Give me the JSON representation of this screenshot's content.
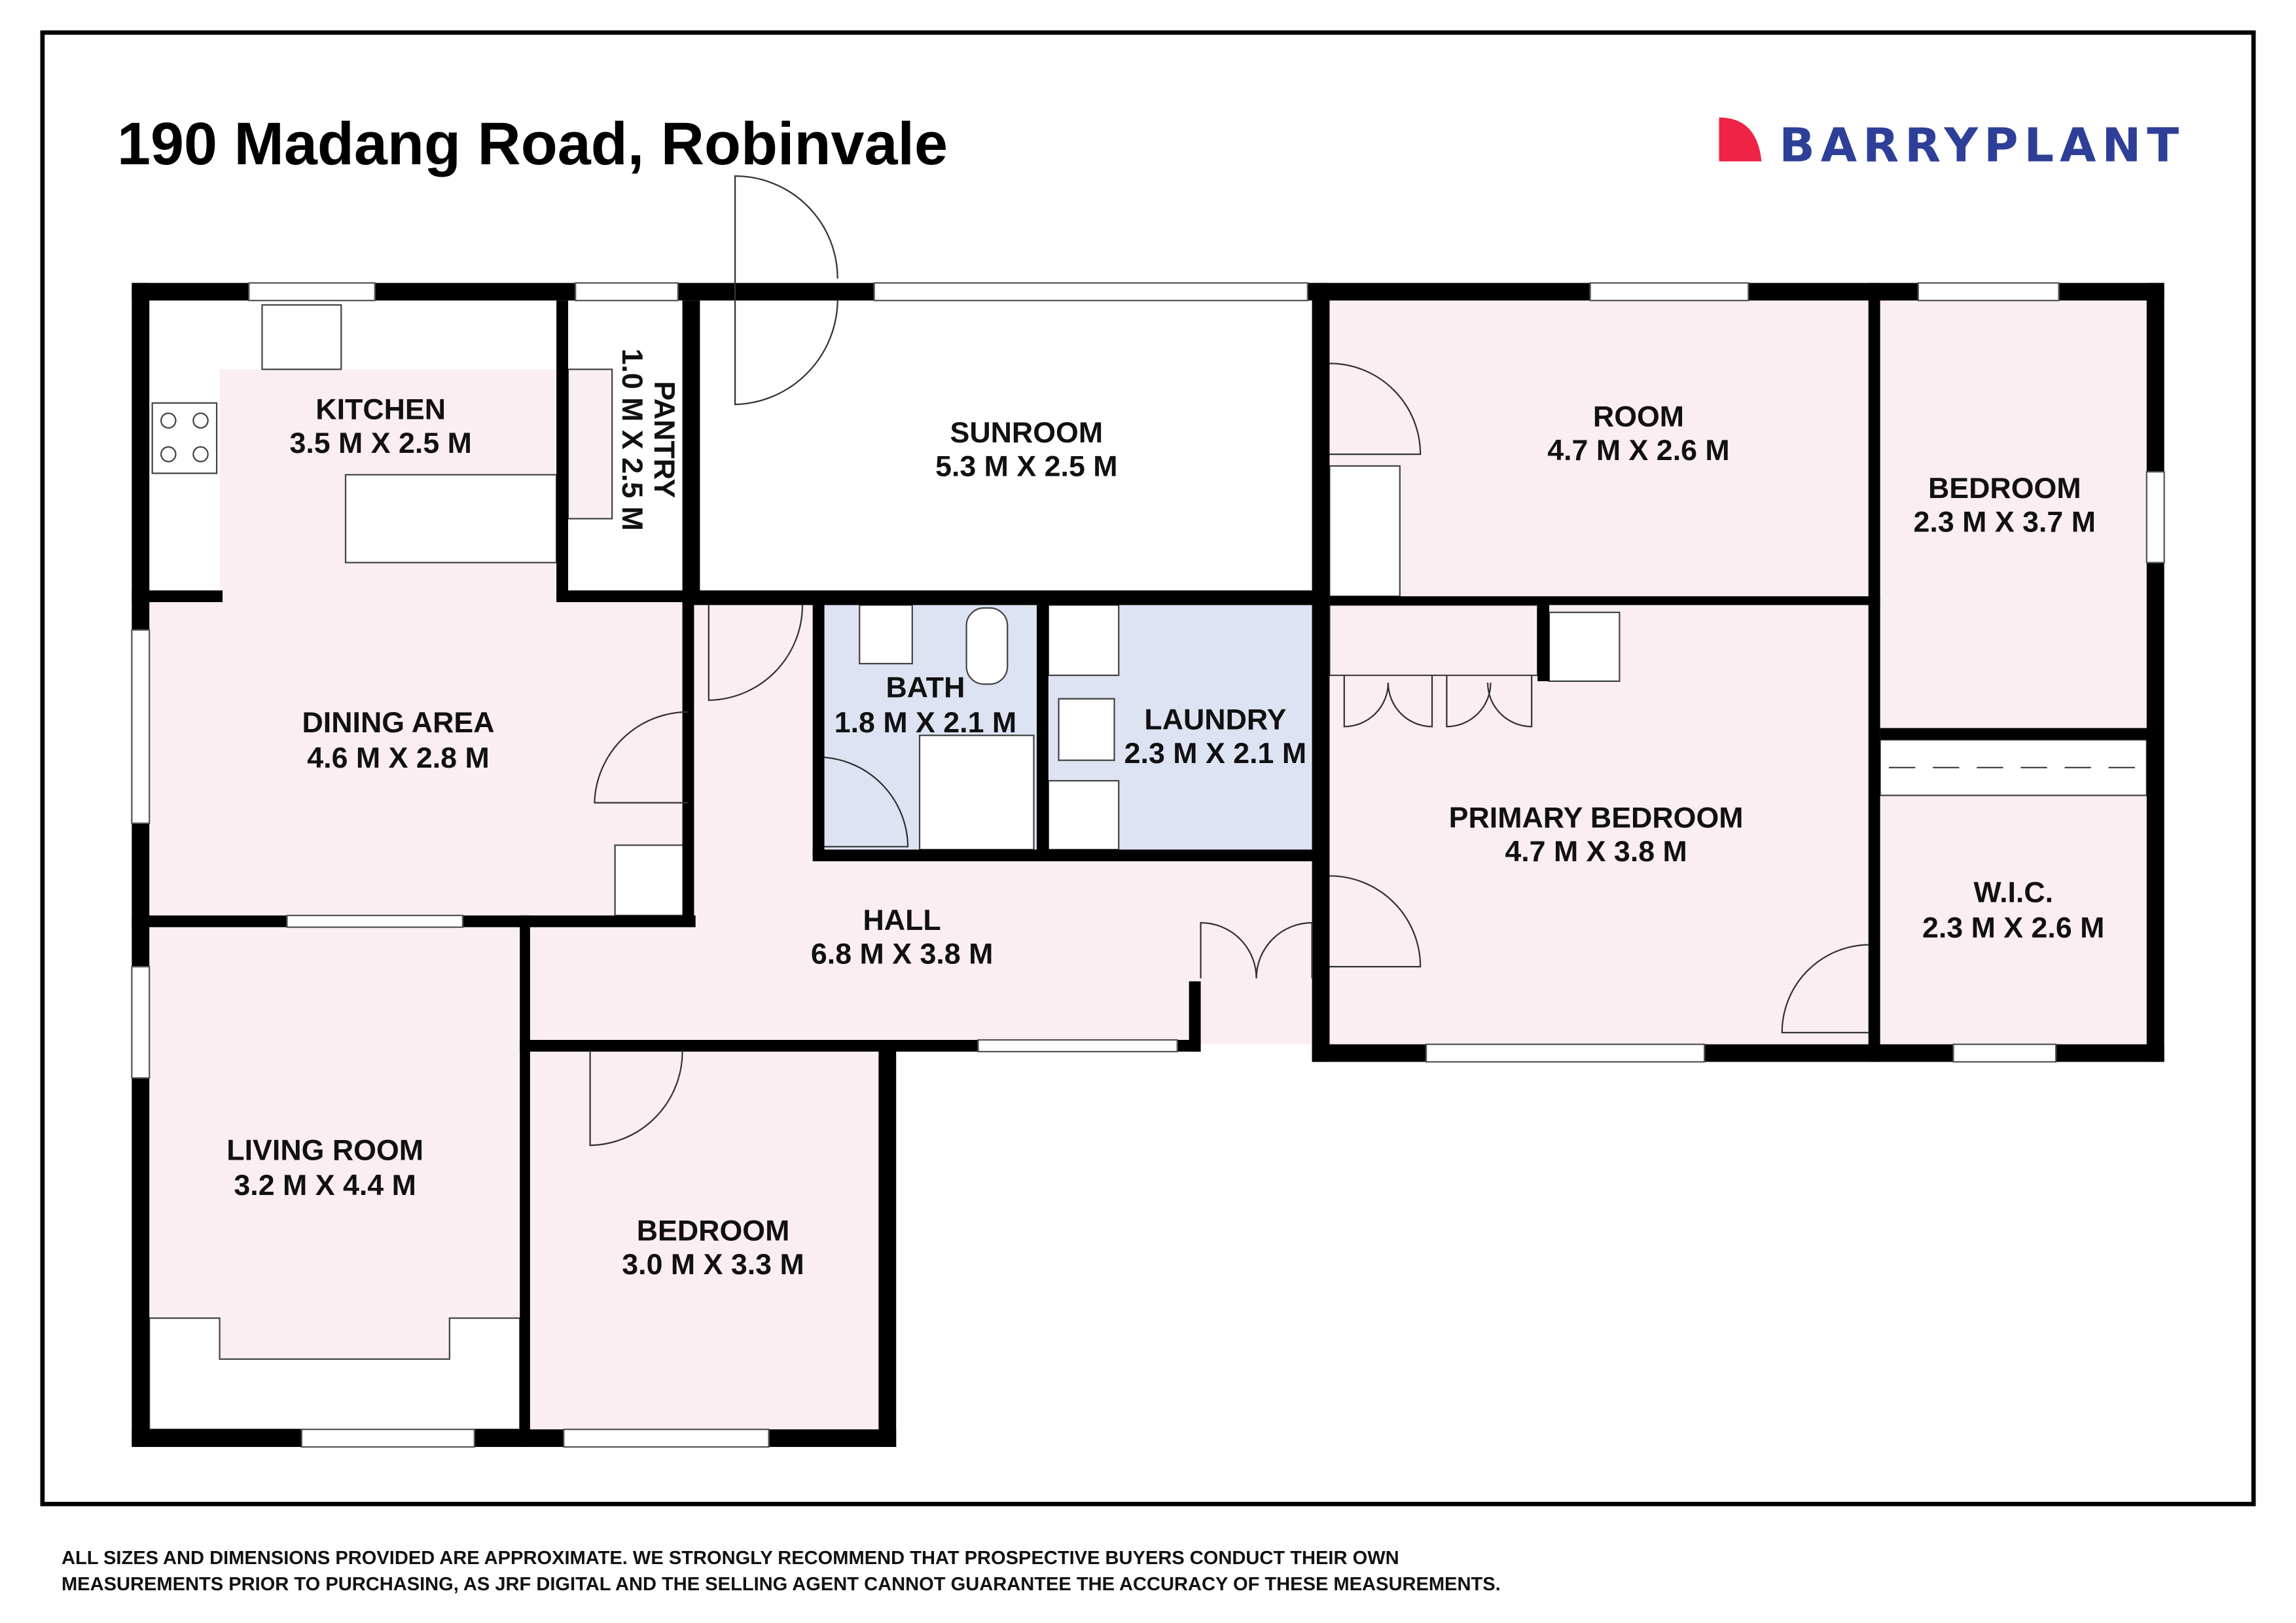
{
  "title": "190 Madang Road, Robinvale",
  "logo": {
    "text": "BARRYPLANT",
    "mark_color": "#ee2346",
    "text_color": "#2e3f98"
  },
  "colors": {
    "room_fill": "#fbeef2",
    "wet_fill": "#dde3f2",
    "wall": "#000000"
  },
  "rooms": [
    {
      "name": "KITCHEN",
      "dims": "3.5 M X 2.5 M"
    },
    {
      "name": "PANTRY",
      "dims": "1.0 M X 2.5 M"
    },
    {
      "name": "SUNROOM",
      "dims": "5.3 M X 2.5 M"
    },
    {
      "name": "ROOM",
      "dims": "4.7 M X 2.6 M"
    },
    {
      "name": "BEDROOM",
      "dims": "2.3 M X 3.7 M"
    },
    {
      "name": "DINING AREA",
      "dims": "4.6 M X 2.8 M"
    },
    {
      "name": "BATH",
      "dims": "1.8 M X 2.1 M"
    },
    {
      "name": "LAUNDRY",
      "dims": "2.3 M X 2.1 M"
    },
    {
      "name": "PRIMARY BEDROOM",
      "dims": "4.7 M X 3.8 M"
    },
    {
      "name": "W.I.C.",
      "dims": "2.3 M X 2.6 M"
    },
    {
      "name": "HALL",
      "dims": "6.8 M X 3.8 M"
    },
    {
      "name": "LIVING ROOM",
      "dims": "3.2 M X 4.4 M"
    },
    {
      "name": "BEDROOM",
      "dims": "3.0 M X 3.3 M"
    }
  ],
  "disclaimer": [
    "ALL SIZES AND DIMENSIONS PROVIDED ARE APPROXIMATE. WE STRONGLY RECOMMEND THAT PROSPECTIVE BUYERS CONDUCT THEIR OWN",
    "MEASUREMENTS PRIOR TO PURCHASING, AS JRF DIGITAL AND THE SELLING AGENT CANNOT GUARANTEE THE ACCURACY OF THESE MEASUREMENTS."
  ]
}
